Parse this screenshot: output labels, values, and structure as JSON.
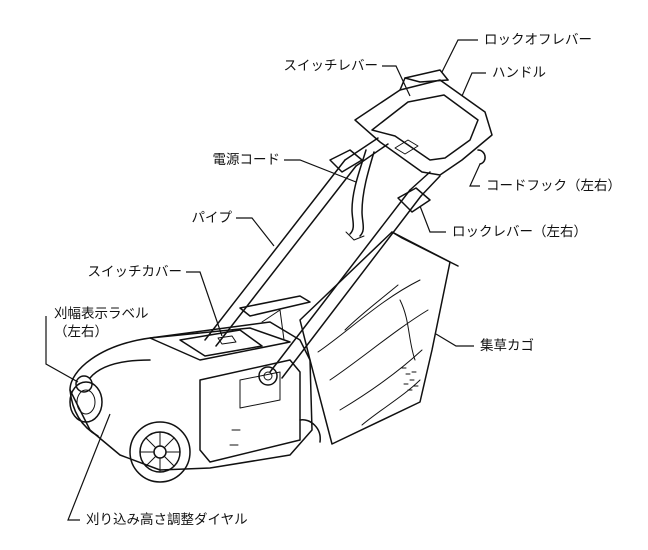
{
  "diagram": {
    "subject": "lawn mower parts diagram",
    "labels": {
      "lock_off_lever": "ロックオフレバー",
      "handle": "ハンドル",
      "switch_lever": "スイッチレバー",
      "cord_hook": "コードフック（左右）",
      "power_cord": "電源コード",
      "lock_lever": "ロックレバー（左右）",
      "pipe": "パイプ",
      "switch_cover": "スイッチカバー",
      "cut_width_label_line1": "刈幅表示ラベル",
      "cut_width_label_line2": "（左右）",
      "grass_basket": "集草カゴ",
      "height_dial": "刈り込み高さ調整ダイヤル"
    },
    "icons": {
      "drawing": "lawn-mower-line-drawing"
    }
  }
}
